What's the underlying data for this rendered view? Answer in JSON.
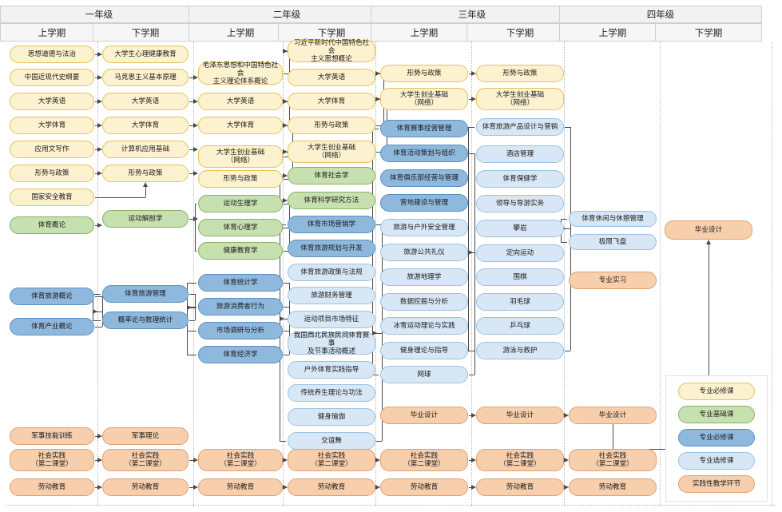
{
  "header": {
    "years": [
      {
        "label": "一年级"
      },
      {
        "label": "二年级"
      },
      {
        "label": "三年级"
      },
      {
        "label": "四年级"
      }
    ],
    "terms": [
      {
        "label": "上学期"
      },
      {
        "label": "下学期"
      },
      {
        "label": "上学期"
      },
      {
        "label": "下学期"
      },
      {
        "label": "上学期"
      },
      {
        "label": "下学期"
      },
      {
        "label": "上学期"
      },
      {
        "label": "下学期"
      }
    ]
  },
  "legend": {
    "items": [
      {
        "label": "专业必修课",
        "color": "#fdf2cf",
        "type": "yellow"
      },
      {
        "label": "专业基础课",
        "color": "#c7e0b0",
        "type": "green"
      },
      {
        "label": "专业必修课",
        "color": "#8fb8dd",
        "type": "blue"
      },
      {
        "label": "专业选修课",
        "color": "#d8e7f5",
        "type": "lblue"
      },
      {
        "label": "实践性教学环节",
        "color": "#f8cfac",
        "type": "orange"
      }
    ]
  },
  "columns": [
    {
      "id": "y1s1",
      "year": "一年级",
      "term": "上学期",
      "nodes": [
        {
          "label": "思想道德与法治",
          "type": "yellow"
        },
        {
          "label": "中国近现代史纲要",
          "type": "yellow"
        },
        {
          "label": "大学英语",
          "type": "yellow"
        },
        {
          "label": "大学体育",
          "type": "yellow"
        },
        {
          "label": "应用文写作",
          "type": "yellow"
        },
        {
          "label": "形势与政策",
          "type": "yellow"
        },
        {
          "label": "国家安全教育",
          "type": "yellow"
        },
        {
          "label": "体育概论",
          "type": "green"
        },
        {
          "label": "体育旅游概论",
          "type": "blue"
        },
        {
          "label": "体育产业概论",
          "type": "blue"
        },
        {
          "label": "军事技能训练",
          "type": "orange"
        },
        {
          "label": "社会实践\n（第二课堂）",
          "type": "orange"
        },
        {
          "label": "劳动教育",
          "type": "orange"
        }
      ]
    },
    {
      "id": "y1s2",
      "year": "一年级",
      "term": "下学期",
      "nodes": [
        {
          "label": "大学生心理健康教育",
          "type": "yellow"
        },
        {
          "label": "马克思主义基本原理",
          "type": "yellow"
        },
        {
          "label": "大学英语",
          "type": "yellow"
        },
        {
          "label": "大学体育",
          "type": "yellow"
        },
        {
          "label": "计算机应用基础",
          "type": "yellow"
        },
        {
          "label": "形势与政策",
          "type": "yellow"
        },
        {
          "label": "运动解剖学",
          "type": "green"
        },
        {
          "label": "体育旅游管理",
          "type": "blue"
        },
        {
          "label": "概率论与数理统计",
          "type": "blue"
        },
        {
          "label": "军事理论",
          "type": "orange"
        },
        {
          "label": "社会实践\n（第二课堂）",
          "type": "orange"
        },
        {
          "label": "劳动教育",
          "type": "orange"
        }
      ]
    },
    {
      "id": "y2s1",
      "year": "二年级",
      "term": "上学期",
      "nodes": [
        {
          "label": "毛泽东思想和中国特色社会\n主义理论体系概论",
          "type": "yellow"
        },
        {
          "label": "大学英语",
          "type": "yellow"
        },
        {
          "label": "大学体育",
          "type": "yellow"
        },
        {
          "label": "大学生创业基础\n（网络）",
          "type": "yellow"
        },
        {
          "label": "形势与政策",
          "type": "yellow"
        },
        {
          "label": "运动生理学",
          "type": "green"
        },
        {
          "label": "体育心理学",
          "type": "green"
        },
        {
          "label": "健康教育学",
          "type": "green"
        },
        {
          "label": "体育统计学",
          "type": "blue"
        },
        {
          "label": "旅游消费者行为",
          "type": "blue"
        },
        {
          "label": "市场调研与分析",
          "type": "blue"
        },
        {
          "label": "体育经济学",
          "type": "blue"
        },
        {
          "label": "社会实践\n（第二课堂）",
          "type": "orange"
        },
        {
          "label": "劳动教育",
          "type": "orange"
        }
      ]
    },
    {
      "id": "y2s2",
      "year": "二年级",
      "term": "下学期",
      "nodes": [
        {
          "label": "习近平新时代中国特色社会\n主义思想概论",
          "type": "yellow"
        },
        {
          "label": "大学英语",
          "type": "yellow"
        },
        {
          "label": "大学体育",
          "type": "yellow"
        },
        {
          "label": "形势与政策",
          "type": "yellow"
        },
        {
          "label": "大学生创业基础\n（网络）",
          "type": "yellow"
        },
        {
          "label": "体育社会学",
          "type": "green"
        },
        {
          "label": "体育科学研究方法",
          "type": "green"
        },
        {
          "label": "体育市场营销学",
          "type": "blue"
        },
        {
          "label": "体育旅游规划与开发",
          "type": "blue"
        },
        {
          "label": "体育旅游政策与法规",
          "type": "lblue"
        },
        {
          "label": "旅游财务管理",
          "type": "lblue"
        },
        {
          "label": "运动项目市场特征",
          "type": "lblue"
        },
        {
          "label": "我国西北民族民间体育赛事\n及节事活动概述",
          "type": "lblue"
        },
        {
          "label": "户外体育实践指导",
          "type": "lblue"
        },
        {
          "label": "传统养生理论与功法",
          "type": "lblue"
        },
        {
          "label": "健身瑜伽",
          "type": "lblue"
        },
        {
          "label": "交谊舞",
          "type": "lblue"
        },
        {
          "label": "社会实践\n（第二课堂）",
          "type": "orange"
        },
        {
          "label": "劳动教育",
          "type": "orange"
        }
      ]
    },
    {
      "id": "y3s1",
      "year": "三年级",
      "term": "上学期",
      "nodes": [
        {
          "label": "形势与政策",
          "type": "yellow"
        },
        {
          "label": "大学生创业基础\n（网络）",
          "type": "yellow"
        },
        {
          "label": "体育赛事经营管理",
          "type": "blue"
        },
        {
          "label": "体育活动策划与组织",
          "type": "blue"
        },
        {
          "label": "体育俱乐部经营与管理",
          "type": "blue"
        },
        {
          "label": "营地建设与管理",
          "type": "blue"
        },
        {
          "label": "旅游与户外安全管理",
          "type": "lblue"
        },
        {
          "label": "旅游公共礼仪",
          "type": "lblue"
        },
        {
          "label": "旅游地理学",
          "type": "lblue"
        },
        {
          "label": "数据挖掘与分析",
          "type": "lblue"
        },
        {
          "label": "冰雪运动理论与实践",
          "type": "lblue"
        },
        {
          "label": "健身理论与指导",
          "type": "lblue"
        },
        {
          "label": "网球",
          "type": "lblue"
        },
        {
          "label": "毕业设计",
          "type": "orange"
        },
        {
          "label": "社会实践\n（第二课堂）",
          "type": "orange"
        },
        {
          "label": "劳动教育",
          "type": "orange"
        }
      ]
    },
    {
      "id": "y3s2",
      "year": "三年级",
      "term": "下学期",
      "nodes": [
        {
          "label": "形势与政策",
          "type": "yellow"
        },
        {
          "label": "大学生创业基础\n（网络）",
          "type": "yellow"
        },
        {
          "label": "体育旅游产品设计与营销",
          "type": "lblue"
        },
        {
          "label": "酒店管理",
          "type": "lblue"
        },
        {
          "label": "体育保健学",
          "type": "lblue"
        },
        {
          "label": "领导与导游实务",
          "type": "lblue"
        },
        {
          "label": "攀岩",
          "type": "lblue"
        },
        {
          "label": "定向运动",
          "type": "lblue"
        },
        {
          "label": "围棋",
          "type": "lblue"
        },
        {
          "label": "羽毛球",
          "type": "lblue"
        },
        {
          "label": "乒乓球",
          "type": "lblue"
        },
        {
          "label": "游泳与救护",
          "type": "lblue"
        },
        {
          "label": "毕业设计",
          "type": "orange"
        },
        {
          "label": "社会实践\n（第二课堂）",
          "type": "orange"
        },
        {
          "label": "劳动教育",
          "type": "orange"
        }
      ]
    },
    {
      "id": "y4s1",
      "year": "四年级",
      "term": "上学期",
      "nodes": [
        {
          "label": "体育休闲与休憩管理",
          "type": "lblue"
        },
        {
          "label": "极限飞盘",
          "type": "lblue"
        },
        {
          "label": "专业实习",
          "type": "orange"
        },
        {
          "label": "毕业设计",
          "type": "orange"
        },
        {
          "label": "社会实践\n（第二课堂）",
          "type": "orange"
        },
        {
          "label": "劳动教育",
          "type": "orange"
        }
      ]
    },
    {
      "id": "y4s2",
      "year": "四年级",
      "term": "下学期",
      "nodes": [
        {
          "label": "毕业设计",
          "type": "orange"
        }
      ]
    }
  ]
}
